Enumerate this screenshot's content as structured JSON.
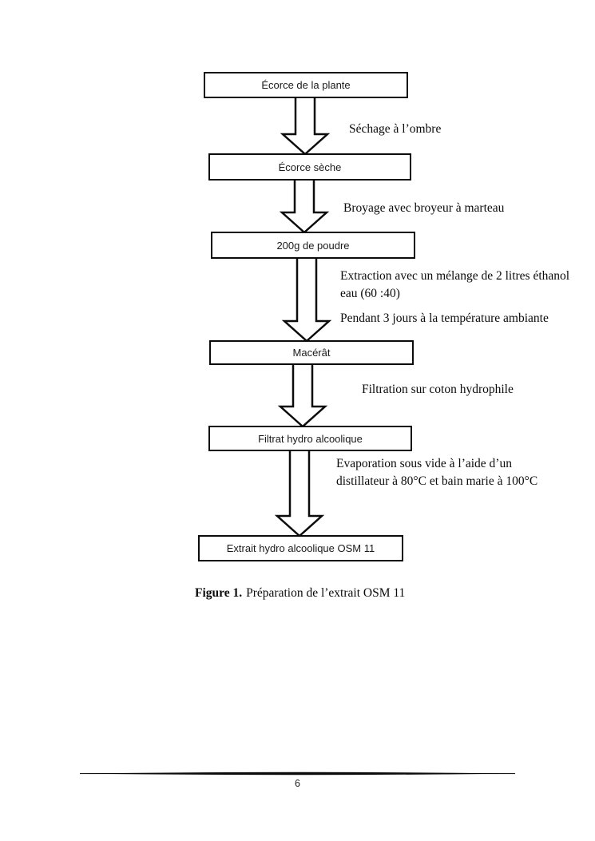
{
  "colors": {
    "ink": "#000000",
    "paper": "#ffffff"
  },
  "flowchart": {
    "nodes": [
      {
        "label": "Écorce de la plante"
      },
      {
        "label": "Écorce sèche"
      },
      {
        "label": "200g de poudre"
      },
      {
        "label": "Macérât"
      },
      {
        "label": "Filtrat hydro alcoolique"
      },
      {
        "label": "Extrait hydro alcoolique OSM 11"
      }
    ],
    "step_labels": {
      "sechage": "Séchage à l’ombre",
      "broyage": "Broyage avec broyeur à marteau",
      "extraction_line1": "Extraction avec un mélange de 2 litres éthanol",
      "extraction_line2": "eau (60 :40)",
      "duree": "Pendant 3 jours à la température ambiante",
      "filtration": "Filtration sur coton hydrophile",
      "evaporation_line1": "Evaporation sous vide à l’aide d’un",
      "evaporation_line2": "distillateur à 80°C et bain marie à 100°C"
    }
  },
  "caption": {
    "label": "Figure 1.",
    "text": "Préparation de l’extrait OSM 11"
  },
  "footer": {
    "page_number": "6"
  }
}
